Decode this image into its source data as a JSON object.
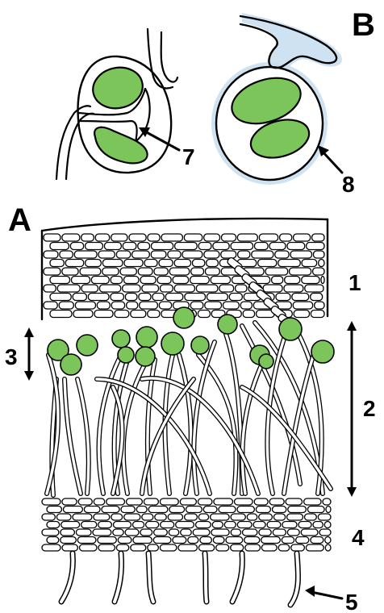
{
  "panel_labels": {
    "a": "A",
    "b": "B"
  },
  "callouts": {
    "c1": "1",
    "c2": "2",
    "c3": "3",
    "c4": "4",
    "c5": "5",
    "c7": "7",
    "c8": "8"
  },
  "colors": {
    "algal_cell": "#7cc55a",
    "outline": "#000000",
    "sheath_halo": "#c9dff0",
    "background": "#ffffff"
  }
}
